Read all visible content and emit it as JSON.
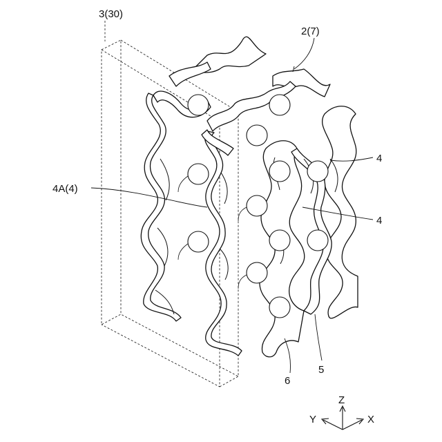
{
  "labels": {
    "box": "3(30)",
    "structure": "2(7)",
    "wall_4a": "4A(4)",
    "wall_4_upper": "4",
    "wall_4_lower": "4",
    "part_6": "6",
    "part_5": "5"
  },
  "axes": {
    "z": "Z",
    "y": "Y",
    "x": "X"
  }
}
